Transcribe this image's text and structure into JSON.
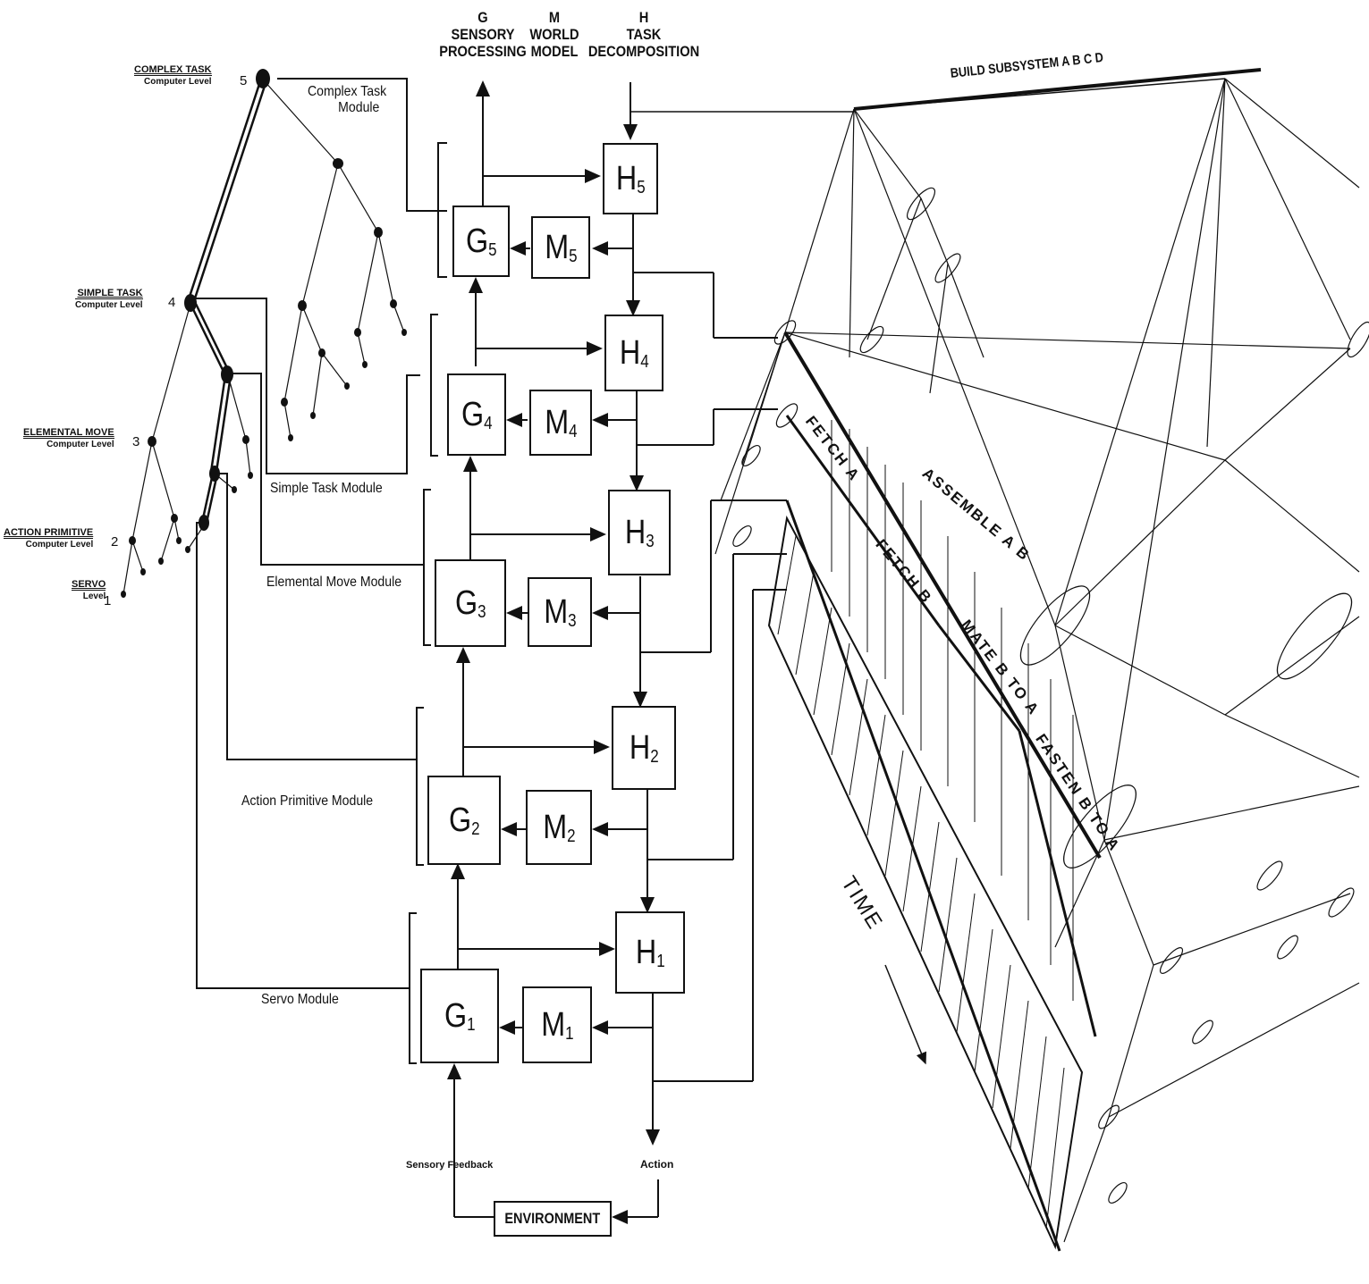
{
  "columns": {
    "sensory": {
      "letter": "G",
      "line1": "SENSORY",
      "line2": "PROCESSING"
    },
    "world": {
      "letter": "M",
      "line1": "WORLD",
      "line2": "MODEL"
    },
    "task": {
      "letter": "H",
      "line1": "TASK",
      "line2": "DECOMPOSITION"
    }
  },
  "levels": [
    {
      "top": "COMPLEX TASK",
      "bottom": "Computer Level",
      "num": "5"
    },
    {
      "top": "SIMPLE TASK",
      "bottom": "Computer Level",
      "num": "4"
    },
    {
      "top": "ELEMENTAL MOVE",
      "bottom": "Computer Level",
      "num": "3"
    },
    {
      "top": "ACTION PRIMITIVE",
      "bottom": "Computer Level",
      "num": "2"
    },
    {
      "top": "SERVO",
      "bottom": "Level",
      "num": "1"
    }
  ],
  "modules": {
    "complex_line1": "Complex Task",
    "complex_line2": "Module",
    "simple": "Simple Task Module",
    "elemental": "Elemental Move Module",
    "action": "Action Primitive Module",
    "servo": "Servo Module"
  },
  "boxes": {
    "g": [
      "G",
      "5",
      "4",
      "3",
      "2",
      "1"
    ],
    "m": [
      "M",
      "5",
      "4",
      "3",
      "2",
      "1"
    ],
    "h": [
      "H",
      "5",
      "4",
      "3",
      "2",
      "1"
    ]
  },
  "io": {
    "sensory_feedback": "Sensory Feedback",
    "action": "Action",
    "environment": "ENVIRONMENT"
  },
  "tree_labels": {
    "build": "BUILD SUBSYSTEM A B C D",
    "fetch_a": "FETCH A",
    "assemble": "ASSEMBLE A B",
    "fetch_b": "FETCH B",
    "mate": "MATE B TO A",
    "fasten": "FASTEN B TO A",
    "time": "TIME"
  }
}
